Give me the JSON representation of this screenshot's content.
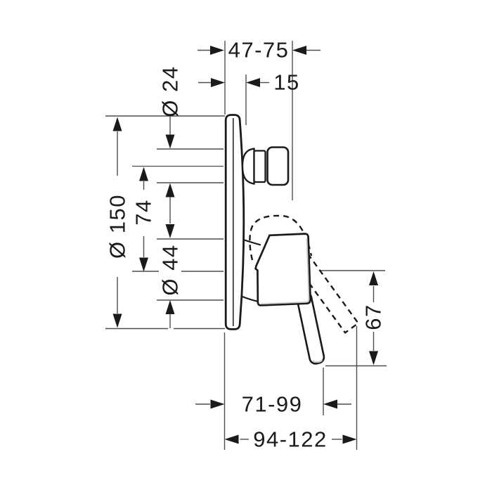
{
  "drawing_title": "",
  "colors": {
    "background": "#ffffff",
    "ink": "#1a1a1a",
    "thin_line": "#4d4d4d",
    "shadow": "#c8c8c8"
  },
  "dimensions": {
    "depth_range": "47-75",
    "knob_offset": "15",
    "knob_diameter": "Ø 24",
    "plate_diameter": "Ø 150",
    "axis_spacing": "74",
    "sleeve_diameter": "Ø 44",
    "lever_drop": "67",
    "lever_reach_closed": "71-99",
    "lever_reach_open": "94-122"
  }
}
